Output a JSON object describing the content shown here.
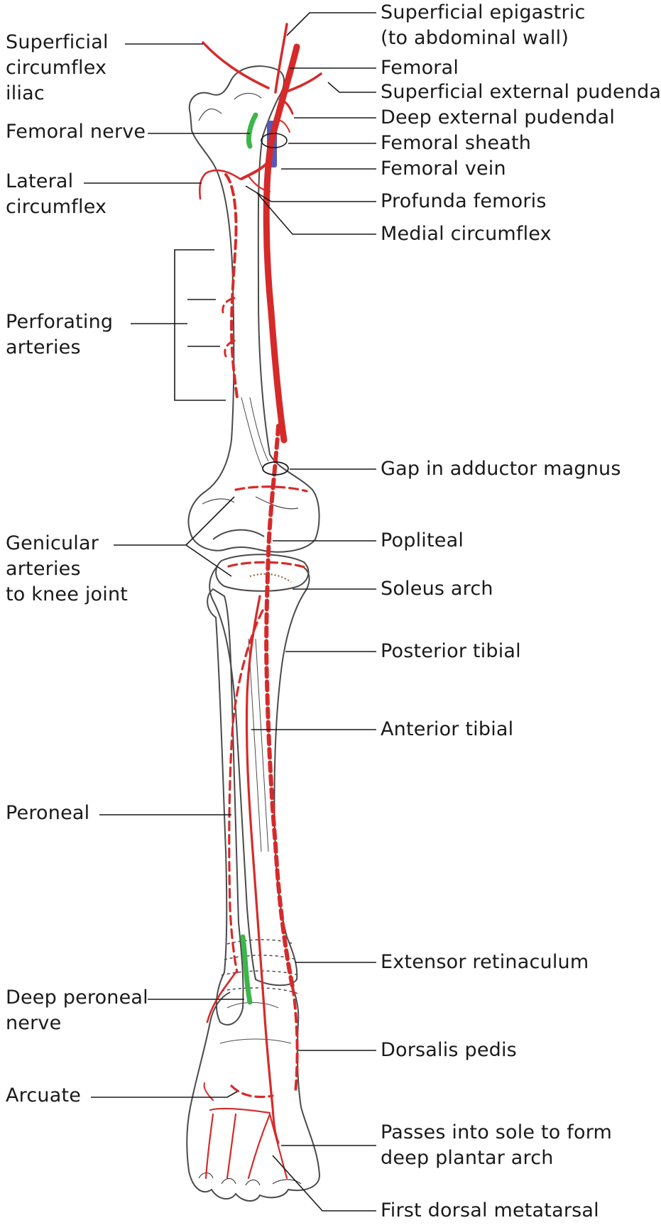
{
  "diagram": {
    "colors": {
      "artery": "#d62a2a",
      "nerve": "#3cb64a",
      "vein": "#5858b8",
      "bone_outline": "#4a4a4a",
      "leader_line": "#1a1a1a"
    },
    "labels_left": {
      "superficial_circumflex_iliac": [
        "Superficial",
        "circumflex",
        "iliac"
      ],
      "femoral_nerve": [
        "Femoral nerve"
      ],
      "lateral_circumflex": [
        "Lateral",
        "circumflex"
      ],
      "perforating_arteries": [
        "Perforating",
        "arteries"
      ],
      "genicular_arteries": [
        "Genicular",
        "arteries",
        "to knee joint"
      ],
      "peroneal": [
        "Peroneal"
      ],
      "deep_peroneal_nerve": [
        "Deep peroneal",
        "nerve"
      ],
      "arcuate": [
        "Arcuate"
      ]
    },
    "labels_right": {
      "superficial_epigastric": [
        "Superficial epigastric",
        "(to abdominal wall)"
      ],
      "femoral": [
        "Femoral"
      ],
      "superficial_external_pudendal": [
        "Superficial external pudendal"
      ],
      "deep_external_pudendal": [
        "Deep external pudendal"
      ],
      "femoral_sheath": [
        "Femoral sheath"
      ],
      "femoral_vein": [
        "Femoral vein"
      ],
      "profunda_femoris": [
        "Profunda femoris"
      ],
      "medial_circumflex": [
        "Medial circumflex"
      ],
      "gap_in_adductor_magnus": [
        "Gap in adductor magnus"
      ],
      "popliteal": [
        "Popliteal"
      ],
      "soleus_arch": [
        "Soleus arch"
      ],
      "posterior_tibial": [
        "Posterior tibial"
      ],
      "anterior_tibial": [
        "Anterior tibial"
      ],
      "extensor_retinaculum": [
        "Extensor retinaculum"
      ],
      "dorsalis_pedis": [
        "Dorsalis pedis"
      ],
      "passes_into_sole": [
        "Passes into sole to form",
        "deep plantar arch"
      ],
      "first_dorsal_metatarsal": [
        "First dorsal metatarsal"
      ]
    }
  }
}
